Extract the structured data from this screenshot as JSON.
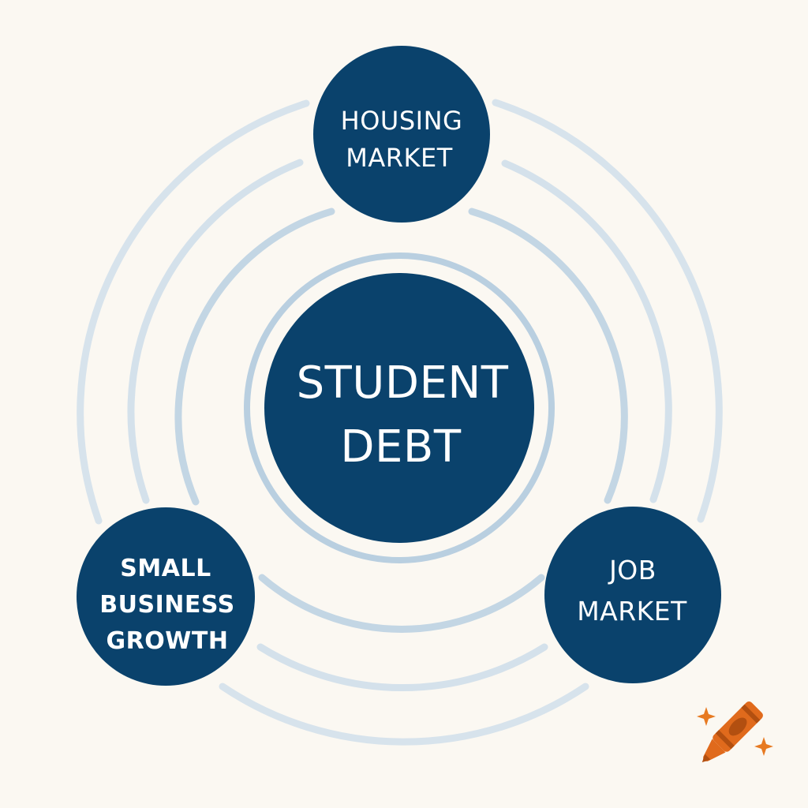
{
  "diagram": {
    "center": {
      "lines": [
        "STUDENT",
        "DEBT"
      ]
    },
    "nodes": {
      "top": {
        "lines": [
          "HOUSING",
          "MARKET"
        ]
      },
      "left": {
        "lines": [
          "SMALL",
          "BUSINESS",
          "GROWTH"
        ]
      },
      "right": {
        "lines": [
          "JOB",
          "MARKET"
        ]
      }
    }
  },
  "colors": {
    "background": "#fbf8f2",
    "node_fill": "#0a426c",
    "node_text": "#ffffff",
    "ring_light": "#d7e3ec",
    "ring_mid": "#c3d6e4",
    "ring_inner": "#b9cfe0",
    "crayon_body": "#e06a1c",
    "crayon_dark": "#b24f10",
    "sparkle": "#e77a22"
  },
  "icons": {
    "crayon": "crayon-icon",
    "sparkle": "sparkle-icon"
  }
}
